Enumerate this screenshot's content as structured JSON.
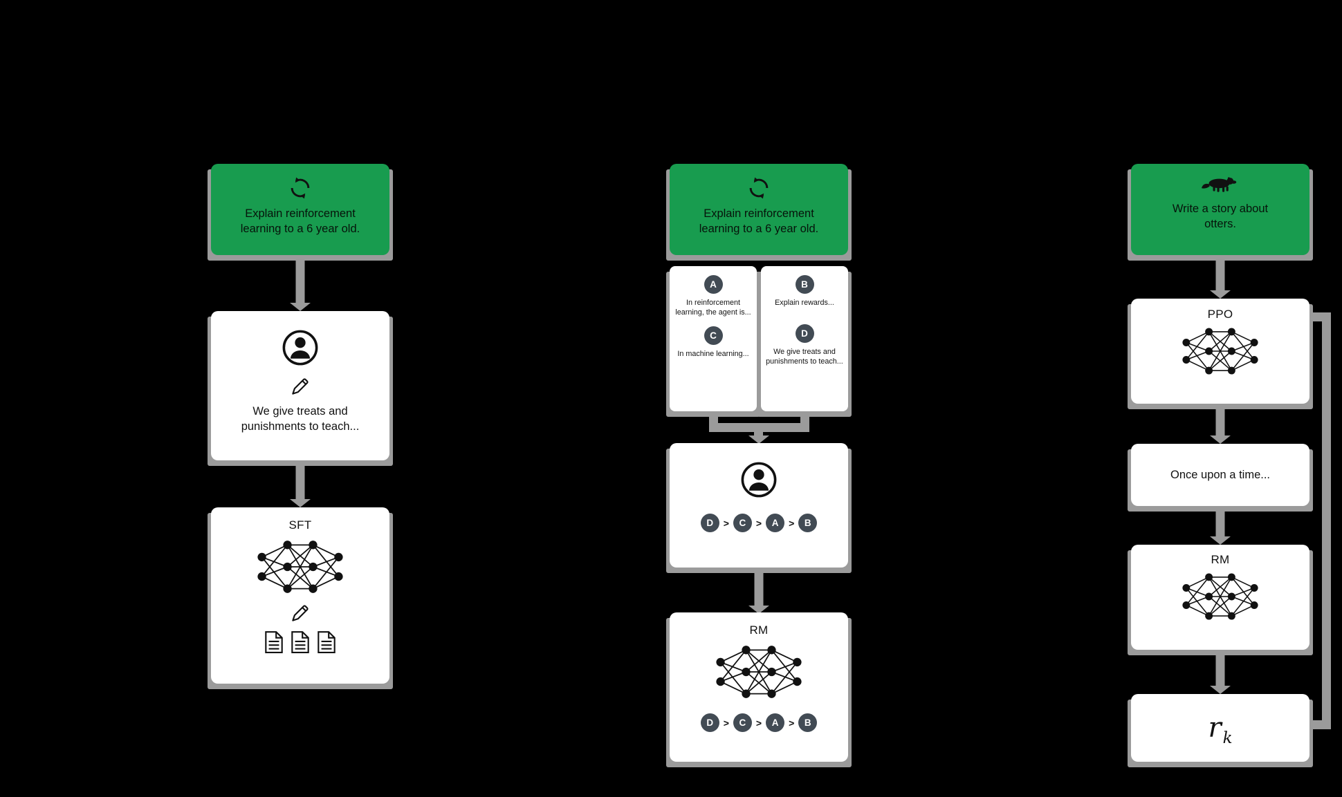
{
  "ui": {
    "gt_separator": ">"
  },
  "columns": {
    "col1": {
      "prompt": "Explain reinforcement learning to a 6 year old.",
      "labeler_demo": "We give treats and punishments to teach...",
      "model_label": "SFT"
    },
    "col2": {
      "prompt": "Explain reinforcement learning to a 6 year old.",
      "answers": [
        {
          "badge": "A",
          "text": "In reinforcement learning, the agent is..."
        },
        {
          "badge": "B",
          "text": "Explain rewards..."
        },
        {
          "badge": "C",
          "text": "In machine learning..."
        },
        {
          "badge": "D",
          "text": "We give treats and punishments to teach..."
        }
      ],
      "ranking": [
        "D",
        "C",
        "A",
        "B"
      ],
      "model_label": "RM"
    },
    "col3": {
      "prompt": "Write a story about otters.",
      "policy_label": "PPO",
      "output_text": "Once upon a time...",
      "reward_model_label": "RM",
      "reward_symbol": "r",
      "reward_subscript": "k"
    }
  },
  "colors": {
    "green": "#189C4F",
    "gray": "#9B9B9B",
    "badge_dark": "#424B54",
    "box_white": "#FFFFFF",
    "background": "#000000"
  }
}
